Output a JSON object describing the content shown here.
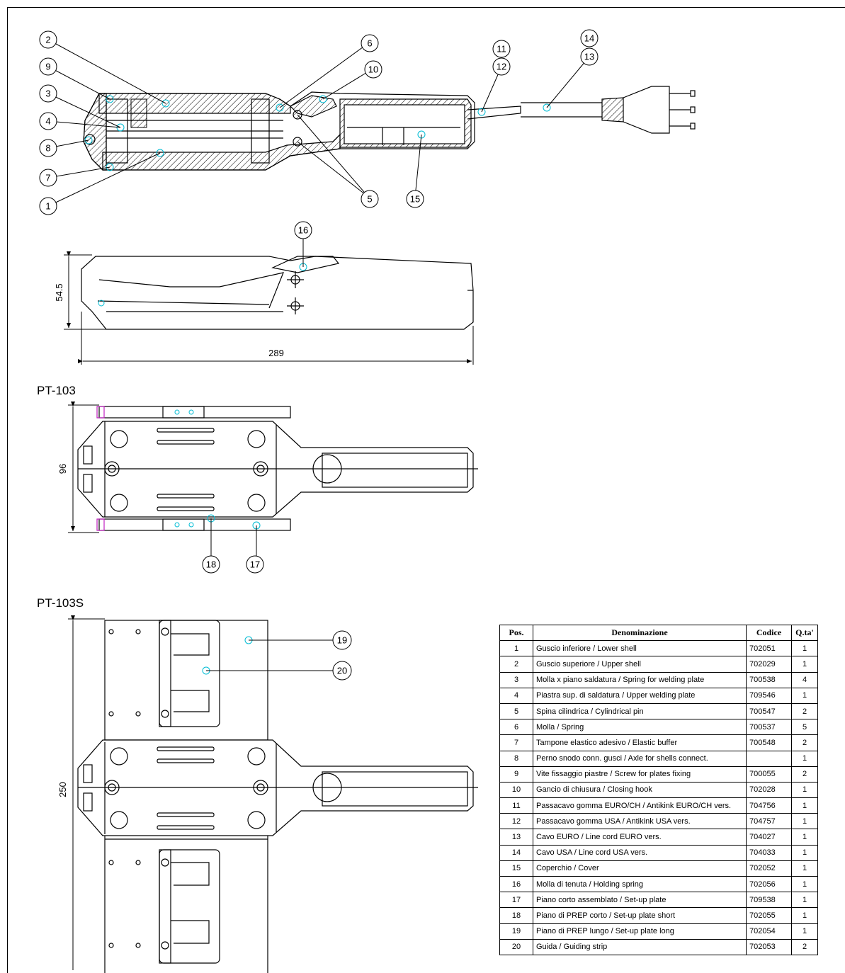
{
  "sections": {
    "pt103": "PT-103",
    "pt103s": "PT-103S"
  },
  "dimensions": {
    "height_side": "54.5",
    "length_side": "289",
    "width_pt103": "96",
    "width_pt103s": "250"
  },
  "callouts": [
    "1",
    "2",
    "3",
    "4",
    "5",
    "6",
    "7",
    "8",
    "9",
    "10",
    "11",
    "12",
    "13",
    "14",
    "15",
    "16",
    "17",
    "18",
    "19",
    "20"
  ],
  "table": {
    "headers": [
      "Pos.",
      "Denominazione",
      "Codice",
      "Q.ta'"
    ],
    "rows": [
      {
        "pos": "1",
        "name": "Guscio inferiore / Lower shell",
        "code": "702051",
        "qty": "1"
      },
      {
        "pos": "2",
        "name": "Guscio superiore / Upper shell",
        "code": "702029",
        "qty": "1"
      },
      {
        "pos": "3",
        "name": "Molla x piano saldatura / Spring for welding plate",
        "code": "700538",
        "qty": "4"
      },
      {
        "pos": "4",
        "name": "Piastra sup. di saldatura / Upper welding plate",
        "code": "709546",
        "qty": "1"
      },
      {
        "pos": "5",
        "name": "Spina cilindrica / Cylindrical pin",
        "code": "700547",
        "qty": "2"
      },
      {
        "pos": "6",
        "name": "Molla  / Spring",
        "code": "700537",
        "qty": "5"
      },
      {
        "pos": "7",
        "name": "Tampone elastico adesivo / Elastic buffer",
        "code": "700548",
        "qty": "2"
      },
      {
        "pos": "8",
        "name": "Perno snodo conn. gusci / Axle for shells connect.",
        "code": "",
        "qty": "1"
      },
      {
        "pos": "9",
        "name": "Vite fissaggio piastre / Screw for plates fixing",
        "code": "700055",
        "qty": "2"
      },
      {
        "pos": "10",
        "name": "Gancio di chiusura / Closing hook",
        "code": "702028",
        "qty": "1"
      },
      {
        "pos": "11",
        "name": "Passacavo gomma EURO/CH / Antikink EURO/CH vers.",
        "code": "704756",
        "qty": "1"
      },
      {
        "pos": "12",
        "name": "Passacavo gomma USA / Antikink USA vers.",
        "code": "704757",
        "qty": "1"
      },
      {
        "pos": "13",
        "name": "Cavo EURO / Line cord EURO vers.",
        "code": "704027",
        "qty": "1"
      },
      {
        "pos": "14",
        "name": "Cavo USA / Line cord USA vers.",
        "code": "704033",
        "qty": "1"
      },
      {
        "pos": "15",
        "name": "Coperchio / Cover",
        "code": "702052",
        "qty": "1"
      },
      {
        "pos": "16",
        "name": "Molla di tenuta / Holding spring",
        "code": "702056",
        "qty": "1"
      },
      {
        "pos": "17",
        "name": "Piano corto assemblato / Set-up plate",
        "code": "709538",
        "qty": "1"
      },
      {
        "pos": "18",
        "name": "Piano di PREP corto / Set-up plate short",
        "code": "702055",
        "qty": "1"
      },
      {
        "pos": "19",
        "name": "Piano di PREP lungo / Set-up plate long",
        "code": "702054",
        "qty": "1"
      },
      {
        "pos": "20",
        "name": "Guida / Guiding strip",
        "code": "702053",
        "qty": "2"
      }
    ]
  }
}
